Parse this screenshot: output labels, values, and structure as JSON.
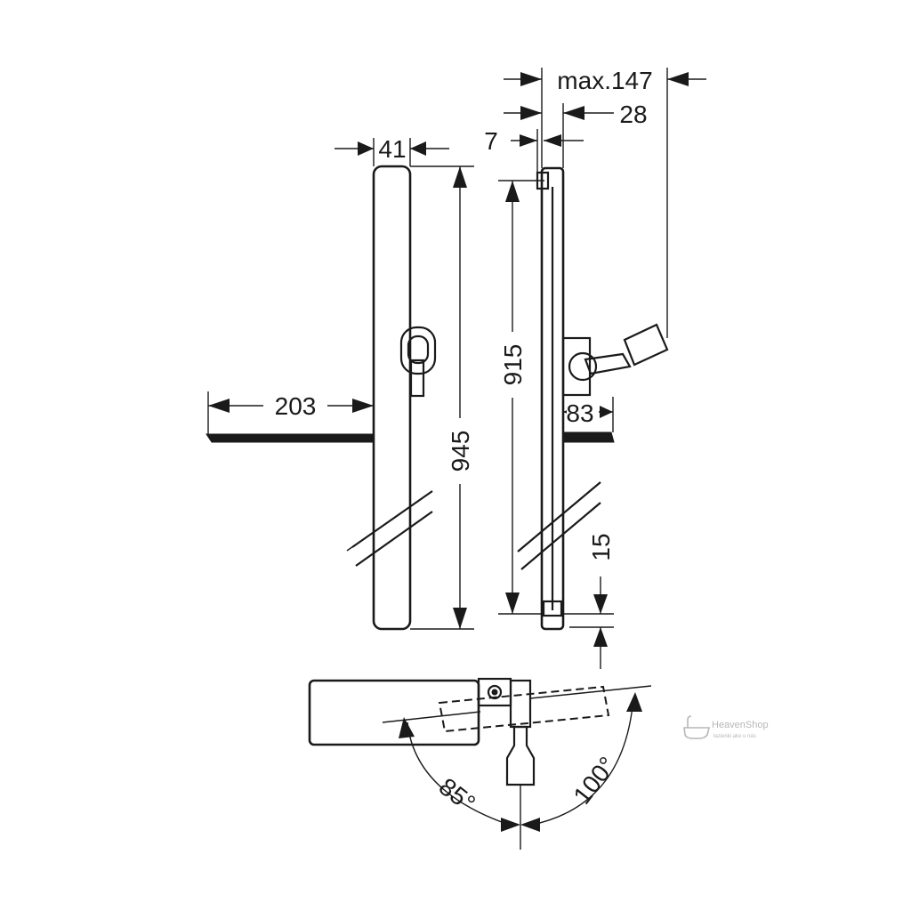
{
  "dimensions": {
    "max_width": "max.147",
    "arm_offset": "28",
    "wall_gap": "7",
    "bar_width": "41",
    "rail_length": "915",
    "total_height": "945",
    "shelf_depth": "203",
    "holder_depth": "83",
    "bottom_offset": "15",
    "angle_left": "85°",
    "angle_right": "100°"
  },
  "watermark": {
    "brand": "HeavenShop",
    "tagline": "łazienki ako u nás"
  },
  "colors": {
    "line": "#1a1a1a",
    "background": "#ffffff",
    "watermark": "#b7b7b7"
  }
}
